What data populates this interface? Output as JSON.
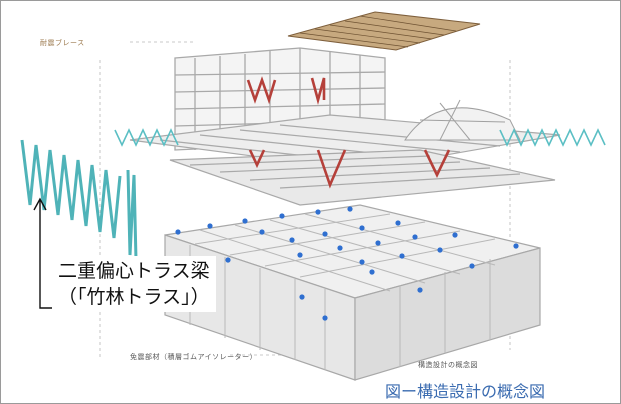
{
  "labels": {
    "bracing": "耐震ブレース",
    "isolation": "免震部材（積層ゴムアイソレーター）",
    "concept_small": "構造設計の概念図"
  },
  "callout": {
    "line1": "二重偏心トラス梁",
    "line2": "（「竹林トラス」）"
  },
  "caption": "図ー構造設計の概念図",
  "colors": {
    "truss": "#5bbfc4",
    "brace": "#b5403a",
    "isolator": "#2f6fd0",
    "roof": "#9a7a55",
    "structure": "#b9b9b9",
    "caption": "#3a6bb0"
  }
}
